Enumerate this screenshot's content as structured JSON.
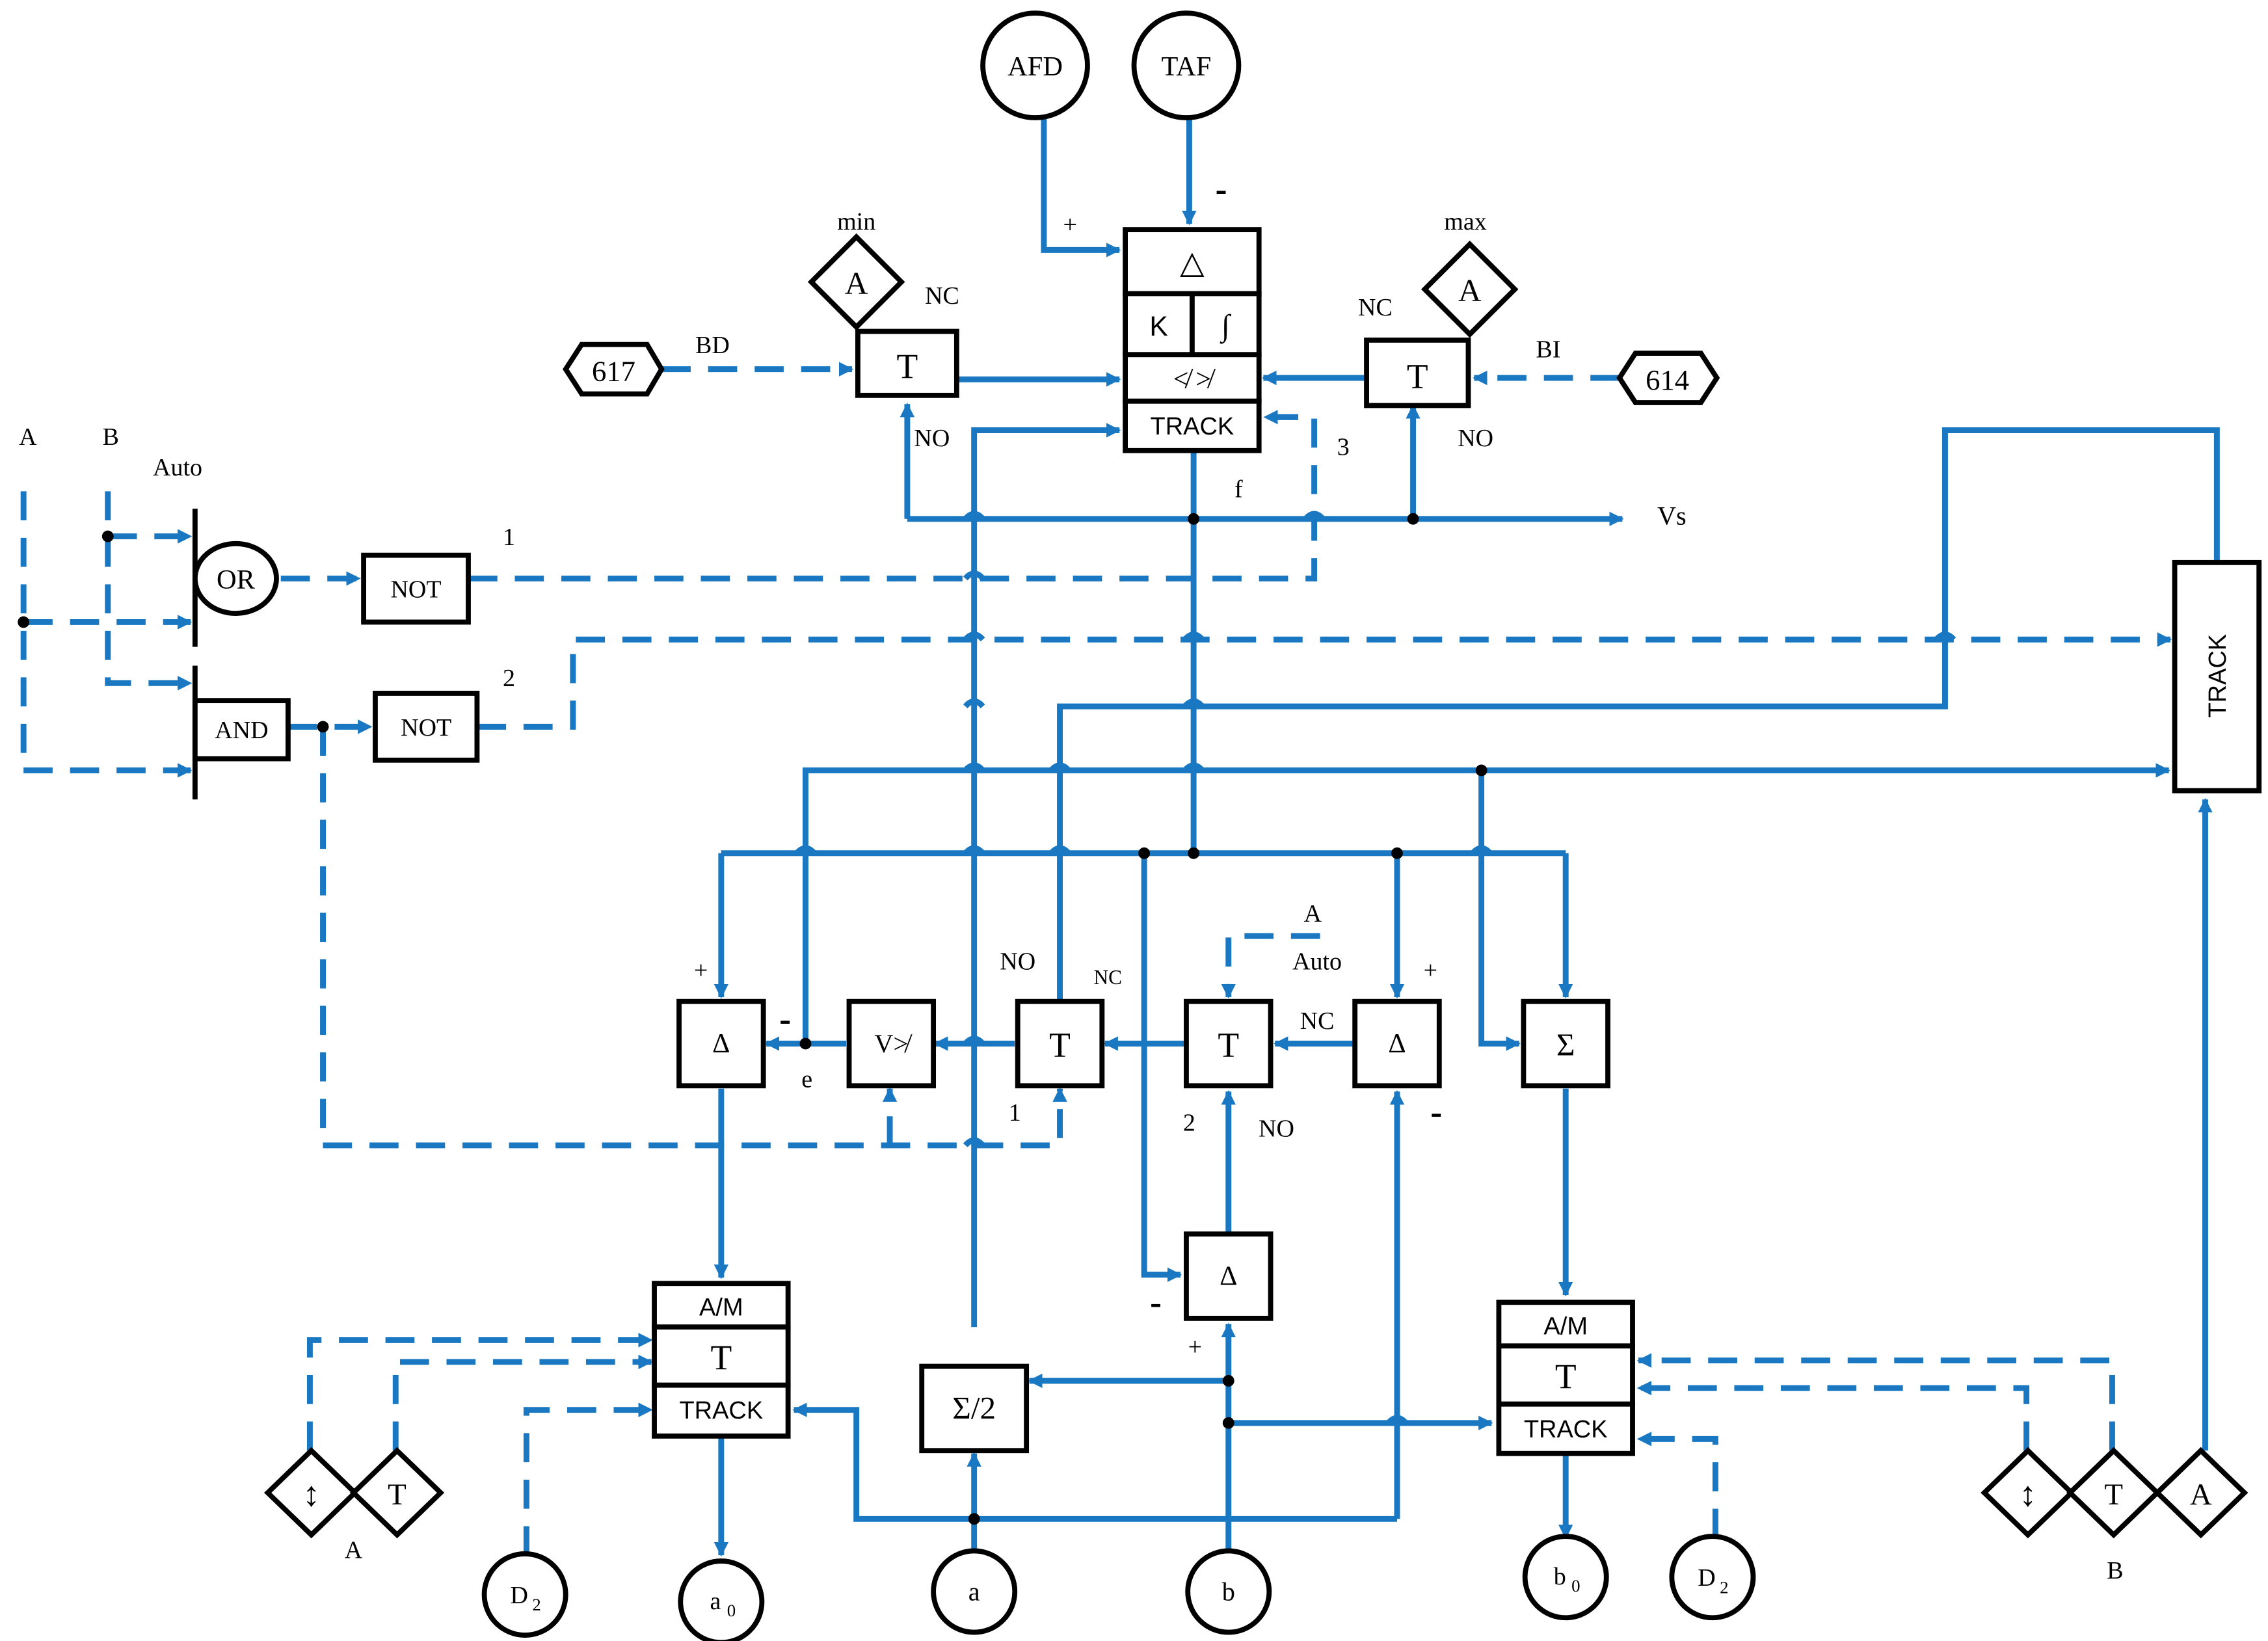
{
  "colors": {
    "line": "#1a78c2",
    "block_stroke": "#000000",
    "background": "#ffffff"
  },
  "inputs": {
    "afd": "AFD",
    "taf": "TAF",
    "a": "a",
    "b": "b",
    "d2_left_main": "D",
    "d2_left_sub": "2",
    "d2_right_main": "D",
    "d2_right_sub": "2",
    "a0_main": "a",
    "a0_sub": "0",
    "b0_main": "b",
    "b0_sub": "0"
  },
  "tags": {
    "left": "617",
    "right": "614"
  },
  "logic": {
    "or": "OR",
    "and": "AND",
    "not1": "NOT",
    "not2": "NOT"
  },
  "controller": {
    "delta": "△",
    "k": "K",
    "integral": "∫",
    "limits": "≮ ≯",
    "track": "TRACK"
  },
  "limiters": {
    "symbol": "A",
    "min": "min",
    "max": "max"
  },
  "switches": {
    "symbol": "T"
  },
  "blocks": {
    "subtract": "Δ",
    "v_limit": "V≯",
    "sum": "Σ",
    "sum_half": "Σ/2",
    "am": "A/M",
    "track": "TRACK"
  },
  "labels": {
    "A_top": "A",
    "B_top": "B",
    "auto_top": "Auto",
    "bd": "BD",
    "bi": "BI",
    "nc": "NC",
    "no": "NO",
    "plus": "+",
    "minus": "-",
    "vs": "Vs",
    "f": "f",
    "e": "e",
    "n1": "1",
    "n2": "2",
    "n3": "3",
    "mid_A": "A",
    "mid_auto": "Auto",
    "bottom_A": "A",
    "bottom_B": "B"
  },
  "panel_symbols": {
    "hand": "↕",
    "t": "T",
    "a": "A"
  }
}
